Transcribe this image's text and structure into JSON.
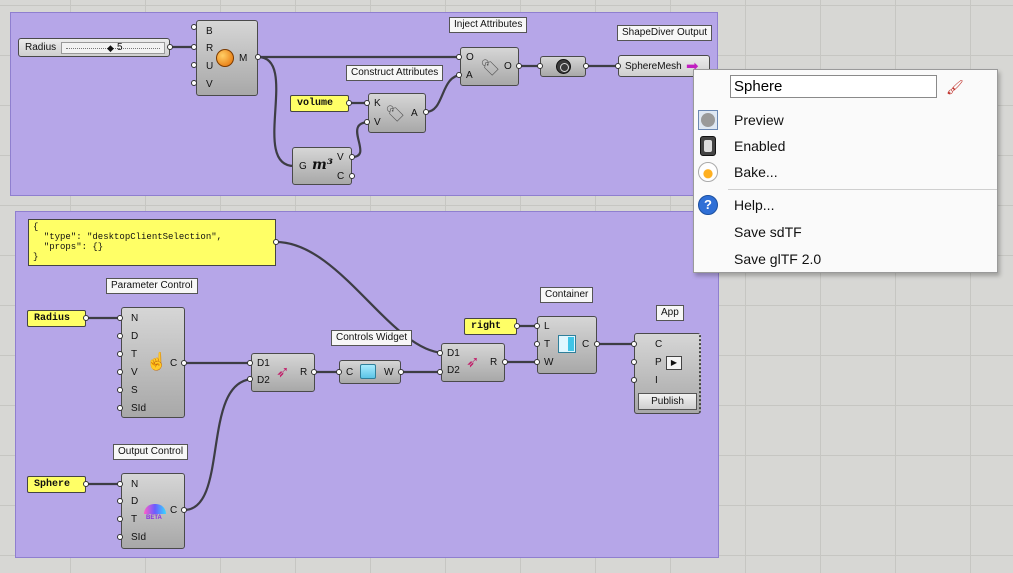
{
  "groups": {
    "top": "",
    "bottom": ""
  },
  "slider": {
    "label": "Radius",
    "value": "5"
  },
  "sphere": {
    "inputs": [
      "B",
      "R",
      "U",
      "V"
    ],
    "output": "M"
  },
  "volume_panel": {
    "text": "volume"
  },
  "volume_comp": {
    "input": "G",
    "outputs": [
      "V",
      "C"
    ]
  },
  "construct_attributes": {
    "title": "Construct Attributes",
    "inputs": [
      "K",
      "V"
    ],
    "output": "A"
  },
  "inject_attributes": {
    "title": "Inject Attributes",
    "inputs": [
      "O",
      "A"
    ],
    "output": "O"
  },
  "shapediver_output": {
    "title": "ShapeDiver Output",
    "name": "SphereMesh"
  },
  "json_panel": {
    "lines": [
      "{",
      "  \"type\": \"desktopClientSelection\",",
      "  \"props\": {}",
      "}"
    ]
  },
  "parameter_control": {
    "title": "Parameter Control",
    "inputs": [
      "N",
      "D",
      "T",
      "V",
      "S",
      "SId"
    ],
    "output": "C"
  },
  "radius_panel": {
    "text": "Radius"
  },
  "sphere_panel": {
    "text": "Sphere"
  },
  "output_control": {
    "title": "Output Control",
    "inputs": [
      "N",
      "D",
      "T",
      "SId"
    ],
    "output": "C",
    "badge": "BETA"
  },
  "merge1": {
    "inputs": [
      "D1",
      "D2"
    ],
    "output": "R"
  },
  "controls_widget": {
    "title": "Controls Widget",
    "input": "C",
    "output": "W"
  },
  "merge2": {
    "inputs": [
      "D1",
      "D2"
    ],
    "output": "R"
  },
  "right_panel": {
    "text": "right"
  },
  "container": {
    "title": "Container",
    "inputs": [
      "L",
      "T",
      "W"
    ],
    "output": "C"
  },
  "app": {
    "title": "App",
    "inputs": [
      "C",
      "P",
      "I"
    ],
    "publish_label": "Publish"
  },
  "context_menu": {
    "name_value": "Sphere",
    "items": [
      {
        "label": "Preview",
        "icon": "preview-icon"
      },
      {
        "label": "Enabled",
        "icon": "enabled-icon"
      },
      {
        "label": "Bake...",
        "icon": "bake-icon"
      },
      {
        "label": "Help...",
        "icon": "help-icon"
      },
      {
        "label": "Save sdTF",
        "icon": ""
      },
      {
        "label": "Save glTF 2.0",
        "icon": ""
      }
    ]
  }
}
